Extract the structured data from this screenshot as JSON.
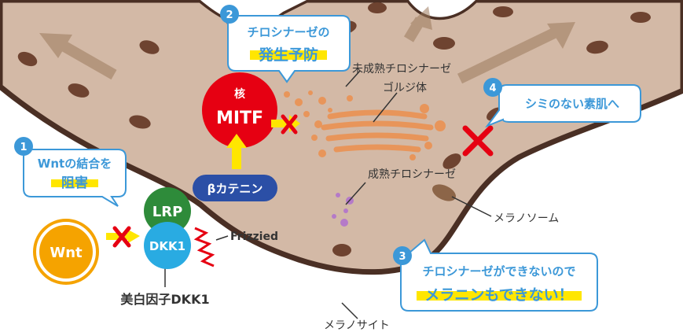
{
  "steps": [
    {
      "num": "1",
      "line1": "Wntの結合を",
      "line2": "阻害"
    },
    {
      "num": "2",
      "line1": "チロシナーゼの",
      "line2": "発生予防"
    },
    {
      "num": "3",
      "line1": "チロシナーゼができないので",
      "line2": "メラニンもできない！"
    },
    {
      "num": "4",
      "line1": "シミのない素肌へ"
    }
  ],
  "nodes": {
    "nucleus_label": "核",
    "mitf": "MITF",
    "beta_catenin": "βカテニン",
    "lrp": "LRP",
    "dkk1": "DKK1",
    "wnt": "Wnt",
    "frizzled": "Frizzied"
  },
  "labels": {
    "immature_tyrosinase": "未成熟チロシナーゼ",
    "golgi": "ゴルジ体",
    "mature_tyrosinase": "成熟チロシナーゼ",
    "melanosome": "メラノソーム",
    "melanocyte": "メラノサイト",
    "whitening_factor": "美白因子DKK1"
  },
  "colors": {
    "cell_body": "#d3b9a6",
    "cell_border": "#4a2f24",
    "melanin": "#6e4330",
    "step_blue": "#3c98d8",
    "highlight_yellow": "#ffe600",
    "mitf_red": "#e60012",
    "beta_blue": "#2b4fa6",
    "lrp_green": "#2e8b3a",
    "dkk1_cyan": "#29abe2",
    "wnt_orange": "#f5a300",
    "golgi_orange": "#e8955a",
    "purple_dots": "#b57ac8",
    "cross_red": "#e60012"
  }
}
